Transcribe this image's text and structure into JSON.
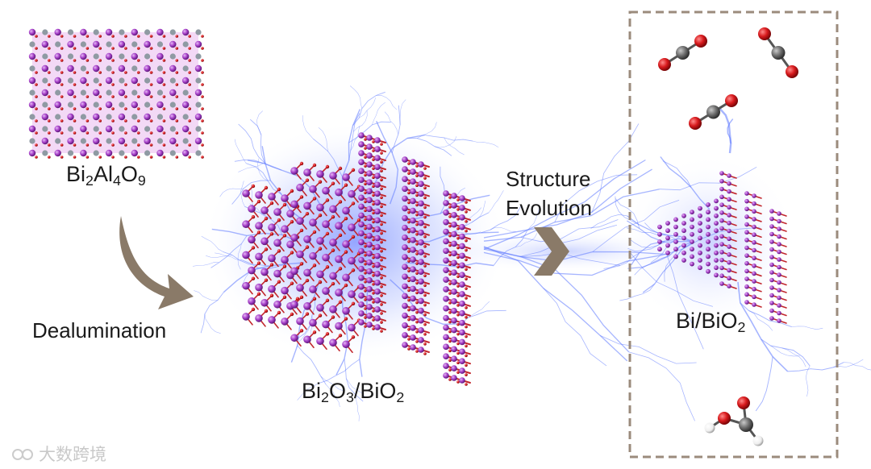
{
  "labels": {
    "precursor": {
      "pre": "Bi",
      "parts": [
        [
          "2",
          "Al"
        ],
        [
          "4",
          "O"
        ],
        [
          "9",
          ""
        ]
      ]
    },
    "dealumination": "Dealumination",
    "intermediate": {
      "pre": "Bi",
      "parts": [
        [
          "2",
          "O"
        ],
        [
          "3",
          "/BiO"
        ],
        [
          "2",
          ""
        ]
      ]
    },
    "evolution_line1": "Structure",
    "evolution_line2": "Evolution",
    "product": {
      "pre": "Bi/BiO",
      "parts": [
        [
          "2",
          ""
        ]
      ]
    }
  },
  "watermark": "大数跨境",
  "colors": {
    "bismuth": "#a540c8",
    "oxygen": "#d7191c",
    "aluminum": "#8f9aa3",
    "carbon": "#6f6f6f",
    "hydrogen": "#f2f2f2",
    "arrow": "#8a7a68",
    "frame": "#9b8b7c",
    "discharge": "#5d78ff"
  }
}
